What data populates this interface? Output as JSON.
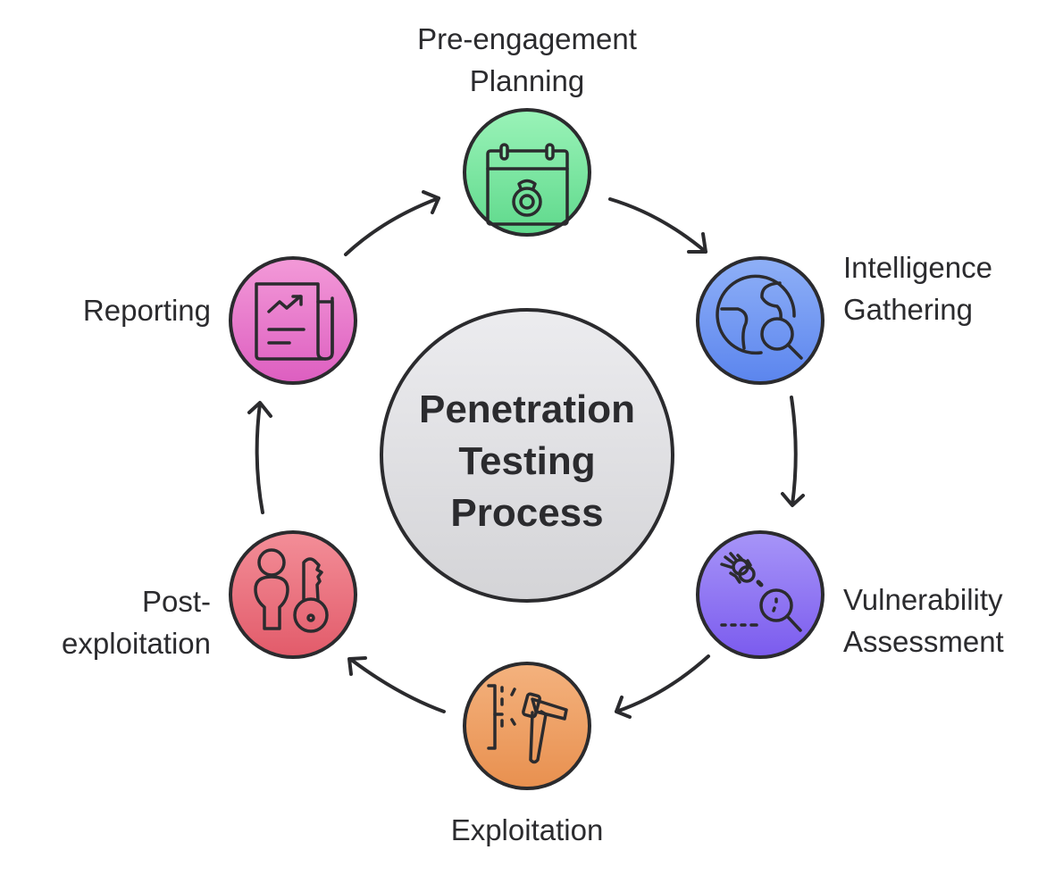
{
  "title": {
    "lines": [
      "Penetration",
      "Testing",
      "Process"
    ]
  },
  "stages": [
    {
      "id": "pre-engagement-planning",
      "label_lines": [
        "Pre-engagement",
        "Planning"
      ],
      "icon": "calendar-ring-icon",
      "color_top": "#9af3b8",
      "color_bottom": "#5fd98c"
    },
    {
      "id": "intelligence-gathering",
      "label_lines": [
        "Intelligence",
        "Gathering"
      ],
      "icon": "globe-search-icon",
      "color_top": "#8fb0f7",
      "color_bottom": "#5b85ee"
    },
    {
      "id": "vulnerability-assessment",
      "label_lines": [
        "Vulnerability",
        "Assessment"
      ],
      "icon": "bug-search-icon",
      "color_top": "#a795f8",
      "color_bottom": "#7b5bee"
    },
    {
      "id": "exploitation",
      "label_lines": [
        "Exploitation"
      ],
      "icon": "hammer-wall-icon",
      "color_top": "#f4b27e",
      "color_bottom": "#e8904f"
    },
    {
      "id": "post-exploitation",
      "label_lines": [
        "Post-",
        "exploitation"
      ],
      "icon": "person-key-icon",
      "color_top": "#f38e98",
      "color_bottom": "#e25b6a"
    },
    {
      "id": "reporting",
      "label_lines": [
        "Reporting"
      ],
      "icon": "report-chart-icon",
      "color_top": "#f39ad8",
      "color_bottom": "#dd5ec0"
    }
  ],
  "center_color_top": "#ececef",
  "center_color_bottom": "#d4d4d7",
  "stroke_color": "#2b2b2e"
}
